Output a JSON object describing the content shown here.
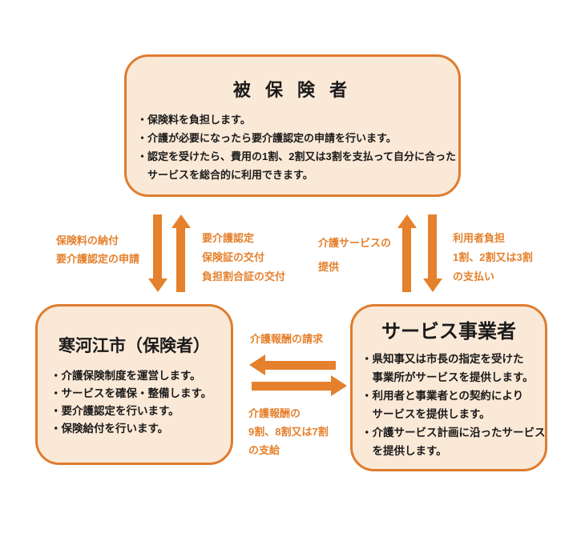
{
  "colors": {
    "accent": "#E5802C",
    "box_border": "#DF7C2F",
    "box_fill": "#FBE9D7",
    "text": "#1A1A1A",
    "background": "#FFFFFF"
  },
  "boxes": {
    "insured": {
      "title": "被 保 険 者",
      "lines": [
        "・保険料を負担します。",
        "・介護が必要になったら要介護認定の申請を行います。",
        "・認定を受けたら、費用の1割、2割又は3割を支払って自分に合った",
        "　サービスを総合的に利用できます。"
      ]
    },
    "city": {
      "title": "寒河江市（保険者）",
      "lines": [
        "・介護保険制度を運営します。",
        "・サービスを確保・整備します。",
        "・要介護認定を行います。",
        "・保険給付を行います。"
      ]
    },
    "provider": {
      "title": "サービス事業者",
      "lines": [
        "・県知事又は市長の指定を受けた",
        "　事業所がサービスを提供します。",
        "・利用者と事業者との契約により",
        "　サービスを提供します。",
        "・介護サービス計画に沿ったサービス",
        "　を提供します。"
      ]
    }
  },
  "flow_labels": {
    "premium_application": [
      "保険料の納付",
      "要介護認定の申請"
    ],
    "certification_issue": [
      "要介護認定",
      "保険証の交付",
      "負担割合証の交付"
    ],
    "care_service": [
      "介護サービスの",
      "提供"
    ],
    "user_burden": [
      "利用者負担",
      "1割、2割又は3割",
      "の支払い"
    ],
    "fee_claim": [
      "介護報酬の請求"
    ],
    "fee_payment": [
      "介護報酬の",
      "9割、8割又は7割",
      "の支給"
    ]
  }
}
